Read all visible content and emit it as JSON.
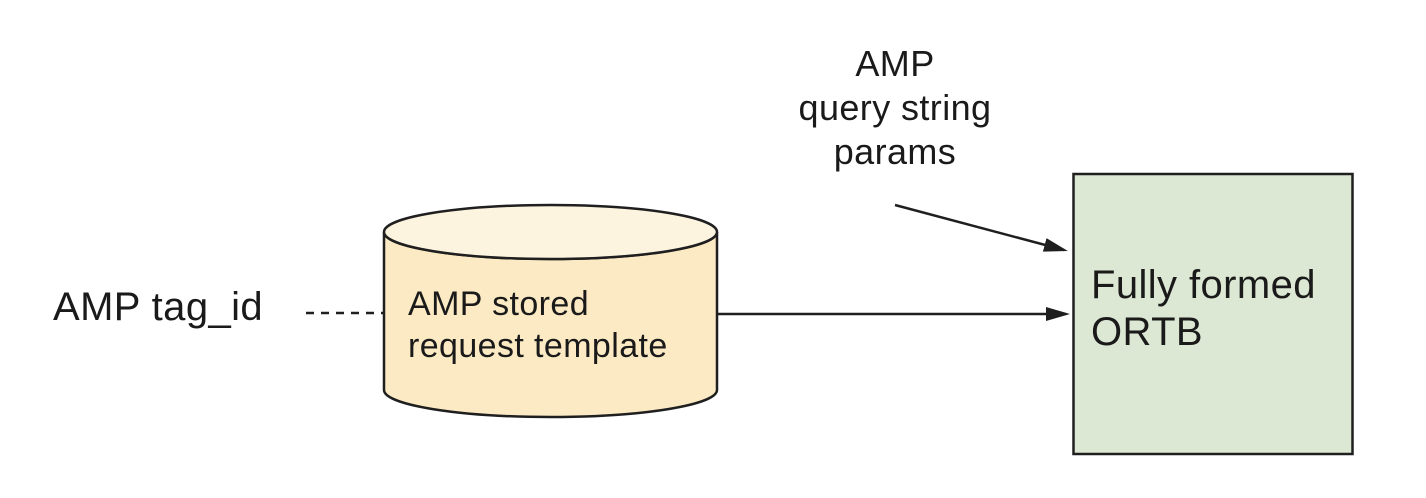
{
  "diagram": {
    "background": "#ffffff",
    "stroke_color": "#1f1f1f",
    "text_color": "#1a1a1a",
    "tag_id_label": {
      "text": "AMP tag_id"
    },
    "query_params_label": {
      "lines": [
        "AMP",
        "query string",
        "params"
      ]
    },
    "stored_request_node": {
      "shape": "cylinder",
      "lines": [
        "AMP stored",
        "request template"
      ],
      "body_fill": "#fbeac3",
      "top_fill": "#fdf4e0"
    },
    "ortb_node": {
      "shape": "rectangle",
      "lines": [
        "Fully formed",
        "ORTB"
      ],
      "fill": "#dde8d4"
    },
    "connectors": [
      {
        "from": "tag_id_label",
        "to": "stored_request_node",
        "style": "dashed",
        "arrow": false
      },
      {
        "from": "stored_request_node",
        "to": "ortb_node",
        "style": "solid",
        "arrow": true
      },
      {
        "from": "query_params_label",
        "to": "ortb_node",
        "style": "solid",
        "arrow": true
      }
    ]
  }
}
